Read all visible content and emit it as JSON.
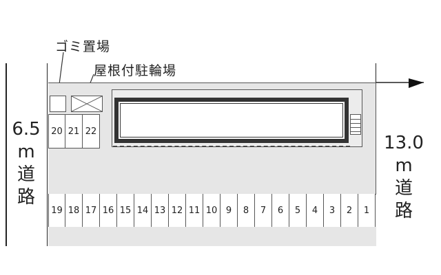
{
  "callouts": {
    "garbage": "ゴミ置場",
    "bicycle": "屋根付駐輪場"
  },
  "roads": {
    "left": {
      "width": "6.5",
      "unit": "m",
      "word1": "道",
      "word2": "路"
    },
    "right": {
      "width": "13.0",
      "unit": "m",
      "word1": "道",
      "word2": "路"
    }
  },
  "parking_top": [
    "20",
    "21",
    "22"
  ],
  "parking_bottom": [
    "19",
    "18",
    "17",
    "16",
    "15",
    "14",
    "13",
    "12",
    "11",
    "10",
    "9",
    "8",
    "7",
    "6",
    "5",
    "4",
    "3",
    "2",
    "1"
  ],
  "colors": {
    "lot": "#e6e6e6",
    "building_border": "#333333",
    "lines": "#222222"
  },
  "icons": {
    "north": "north-arrow-icon",
    "bike_roof": "cross-box-icon"
  }
}
